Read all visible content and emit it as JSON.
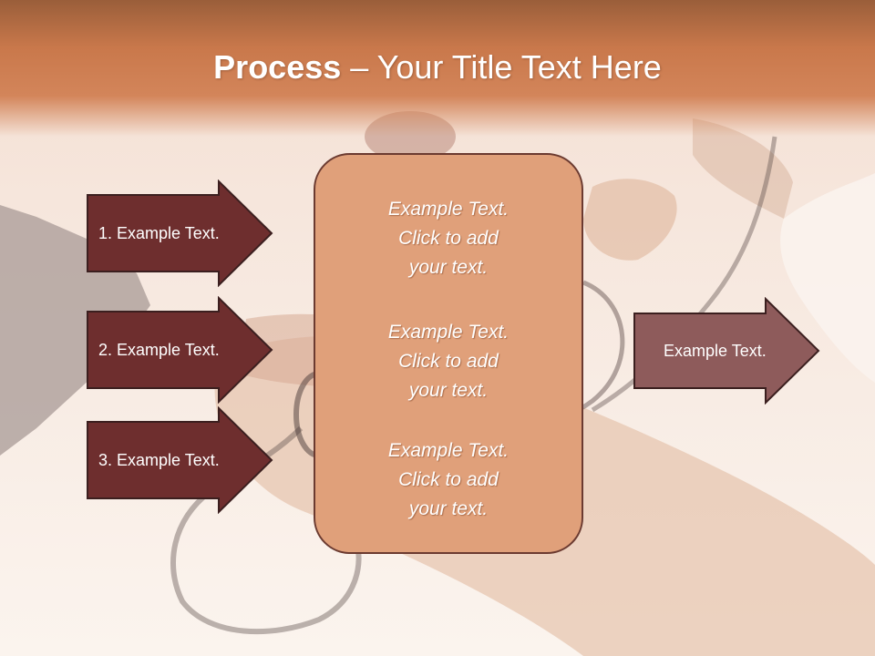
{
  "slide": {
    "title_bold": "Process",
    "title_rest": " – Your Title Text Here",
    "left_items": [
      {
        "label": "1. Example Text."
      },
      {
        "label": "2. Example Text."
      },
      {
        "label": "3. Example Text."
      }
    ],
    "center_blocks": [
      {
        "line1": "Example Text.",
        "line2": "Click  to add",
        "line3": "your text."
      },
      {
        "line1": "Example Text.",
        "line2": "Click  to add",
        "line3": "your text."
      },
      {
        "line1": "Example Text.",
        "line2": "Click  to add",
        "line3": "your text."
      }
    ],
    "right_item": {
      "label": "Example Text."
    }
  },
  "colors": {
    "title_band": "#c9784b",
    "left_arrow_fill": "#6e2e2e",
    "right_arrow_fill": "#8e5b5b",
    "center_box_fill": "#e0a07a",
    "border": "#3b1f1f"
  }
}
